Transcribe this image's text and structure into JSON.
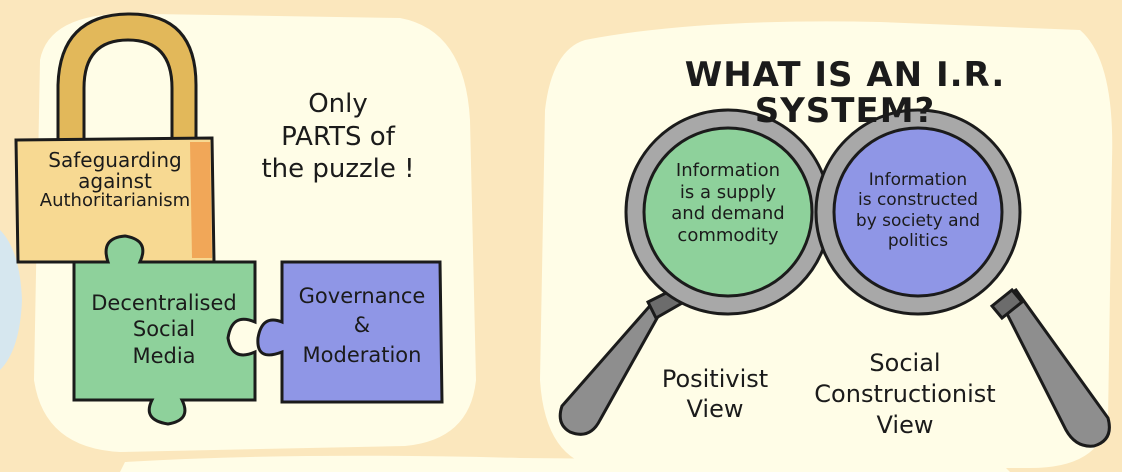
{
  "colors": {
    "background": "#fbe7bd",
    "card": "#fffde7",
    "lock_body": "#f7d992",
    "lock_shackle": "#e2b85a",
    "puzzle_green": "#8ed19b",
    "puzzle_blue": "#8f96e6",
    "lens_green": "#8ed19b",
    "lens_blue": "#8f96e6",
    "handle_gray": "#8e8e8e"
  },
  "left_panel": {
    "lock_text": [
      "Safeguarding",
      "against",
      "Authoritarianism"
    ],
    "note": [
      "Only",
      "PARTS of",
      "the puzzle !"
    ],
    "piece_left": [
      "Decentralised",
      "Social",
      "Media"
    ],
    "piece_right": [
      "Governance",
      "&",
      "Moderation"
    ]
  },
  "right_panel": {
    "title": "WHAT IS AN I.R. SYSTEM?",
    "lens_left": [
      "Information",
      "is a supply",
      "and demand",
      "commodity"
    ],
    "lens_right": [
      "Information",
      "is constructed",
      "by society and",
      "politics"
    ],
    "caption_left": [
      "Positivist",
      "View"
    ],
    "caption_right": [
      "Social",
      "Constructionist",
      "View"
    ]
  }
}
